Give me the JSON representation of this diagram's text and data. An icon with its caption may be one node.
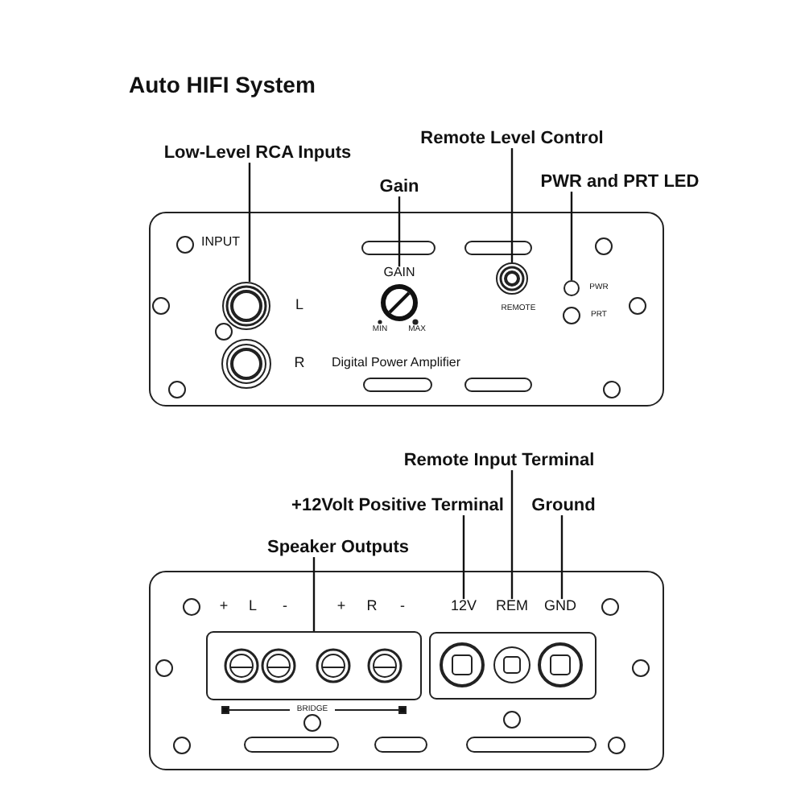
{
  "diagram": {
    "nodes": [
      {
        "text": [
          "Low-Level RCA Inputs"
        ]
      },
      {
        "text": [],
        "shape": "circle"
      },
      {
        "text": [
          "Gain"
        ]
      },
      {
        "text": [
          "GAIN"
        ]
      },
      {
        "text": [
          "Remote Level Control"
        ]
      },
      {
        "text": [],
        "shape": "circle"
      },
      {
        "text": [
          "PWR and PRT LED"
        ]
      },
      {
        "text": [],
        "shape": "circle"
      },
      {
        "text": [
          "Remote Input Terminal"
        ]
      },
      {
        "text": [
          "+12Volt Positive Terminal"
        ]
      },
      {
        "text": [
          "Ground"
        ]
      },
      {
        "text": [
          "Speaker Outputs"
        ]
      },
      {
        "text": [
          "12V"
        ]
      },
      {
        "text": [
          "REM"
        ]
      },
      {
        "text": [
          "GND"
        ]
      },
      {
        "text": [],
        "shape": "box"
      }
    ],
    "edges": [
      {
        "from": 0,
        "to": 1,
        "arrow": "none"
      },
      {
        "from": 2,
        "to": 3,
        "arrow": "none"
      },
      {
        "from": 4,
        "to": 5,
        "arrow": "none"
      },
      {
        "from": 6,
        "to": 7,
        "arrow": "none"
      },
      {
        "from": 8,
        "to": 13,
        "arrow": "none"
      },
      {
        "from": 9,
        "to": 12,
        "arrow": "none"
      },
      {
        "from": 10,
        "to": 14,
        "arrow": "none"
      },
      {
        "from": 11,
        "to": 15,
        "arrow": "none"
      }
    ],
    "labels": [
      "Auto HIFI System",
      "INPUT",
      "L",
      "R",
      "MIN",
      "MAX",
      "REMOTE",
      "PWR",
      "PRT",
      "Digital Power Amplifier",
      "+",
      "L",
      "-",
      "+",
      "R",
      "-",
      "BRIDGE"
    ]
  }
}
